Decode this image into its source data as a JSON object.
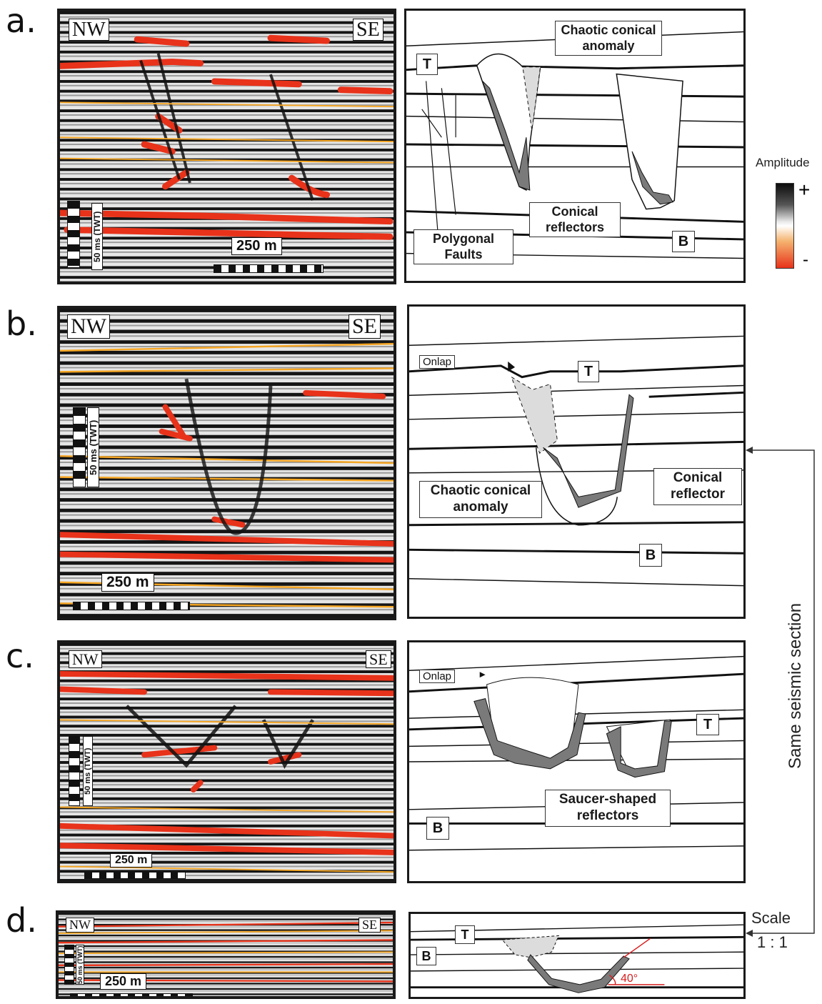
{
  "panels": {
    "a": {
      "letter": "a.",
      "left_label": "NW",
      "right_label": "SE",
      "h_scale": "250 m",
      "v_scale": "50 ms (TWT)",
      "labels": {
        "chaotic": "Chaotic conical anomaly",
        "conical": "Conical reflectors",
        "polygonal": "Polygonal Faults",
        "top": "T",
        "base": "B"
      }
    },
    "b": {
      "letter": "b.",
      "left_label": "NW",
      "right_label": "SE",
      "h_scale": "250 m",
      "v_scale": "50 ms (TWT)",
      "labels": {
        "onlap": "Onlap",
        "top": "T",
        "chaotic": "Chaotic conical anomaly",
        "conical": "Conical reflector",
        "base": "B"
      }
    },
    "c": {
      "letter": "c.",
      "left_label": "NW",
      "right_label": "SE",
      "h_scale": "250 m",
      "v_scale": "50 ms (TWT)",
      "labels": {
        "onlap": "Onlap",
        "top": "T",
        "saucer": "Saucer-shaped reflectors",
        "base": "B"
      }
    },
    "d": {
      "letter": "d.",
      "left_label": "NW",
      "right_label": "SE",
      "h_scale": "250 m",
      "v_scale": "50 ms (TWT)",
      "labels": {
        "top": "T",
        "base": "B",
        "angle": "40°"
      }
    }
  },
  "amplitude": {
    "title": "Amplitude",
    "plus": "+",
    "minus": "-"
  },
  "side_note": "Same seismic section",
  "scale_note": {
    "line1": "Scale",
    "line2": "1 : 1"
  },
  "colors": {
    "positive": "#111111",
    "neutral": "#ffffff",
    "negative": "#e8321a",
    "mid": "#f5a623",
    "fill_dark": "#7a7a7a",
    "fill_light": "#dcdcdc",
    "annotation": "#d81e1e"
  }
}
